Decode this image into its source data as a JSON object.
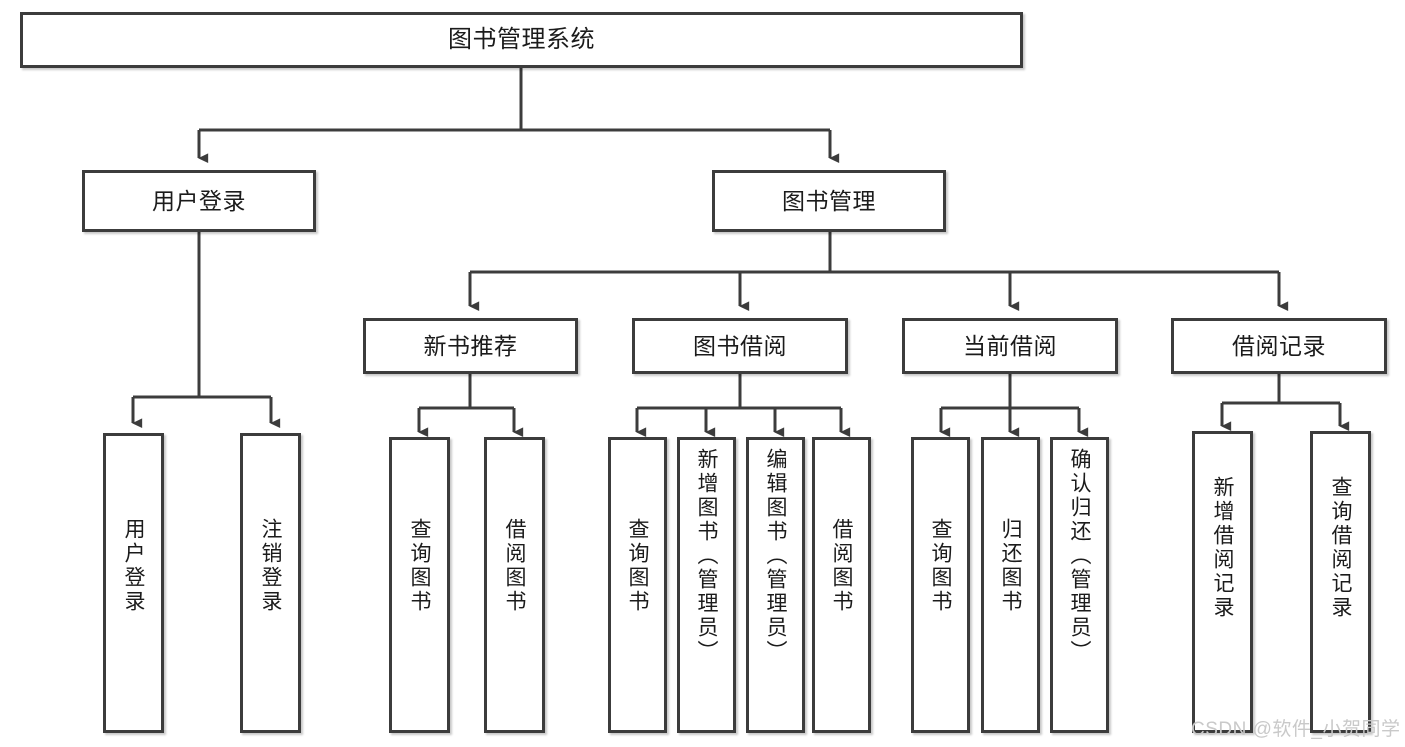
{
  "diagram": {
    "title": "图书管理系统",
    "watermark": "CSDN @软件_小贺同学",
    "colors": {
      "box_border": "#3c3c3c",
      "box_fill": "#ffffff",
      "connector": "#3c3c3c",
      "text": "#1b1b1b",
      "watermark": "#c9c9c9",
      "background": "#ffffff"
    },
    "root": {
      "label": "图书管理系统"
    },
    "level2": [
      {
        "label": "用户登录"
      },
      {
        "label": "图书管理"
      }
    ],
    "level3": [
      {
        "label": "新书推荐"
      },
      {
        "label": "图书借阅"
      },
      {
        "label": "当前借阅"
      },
      {
        "label": "借阅记录"
      }
    ],
    "leaves": {
      "user_login": [
        {
          "label": "用户登录"
        },
        {
          "label": "注销登录"
        }
      ],
      "new_book_recommend": [
        {
          "label": "查询图书"
        },
        {
          "label": "借阅图书"
        }
      ],
      "book_borrow": [
        {
          "label": "查询图书"
        },
        {
          "label": "新增图书（管理员）"
        },
        {
          "label": "编辑图书（管理员）"
        },
        {
          "label": "借阅图书"
        }
      ],
      "current_borrow": [
        {
          "label": "查询图书"
        },
        {
          "label": "归还图书"
        },
        {
          "label": "确认归还（管理员）"
        }
      ],
      "borrow_record": [
        {
          "label": "新增借阅记录"
        },
        {
          "label": "查询借阅记录"
        }
      ]
    }
  }
}
